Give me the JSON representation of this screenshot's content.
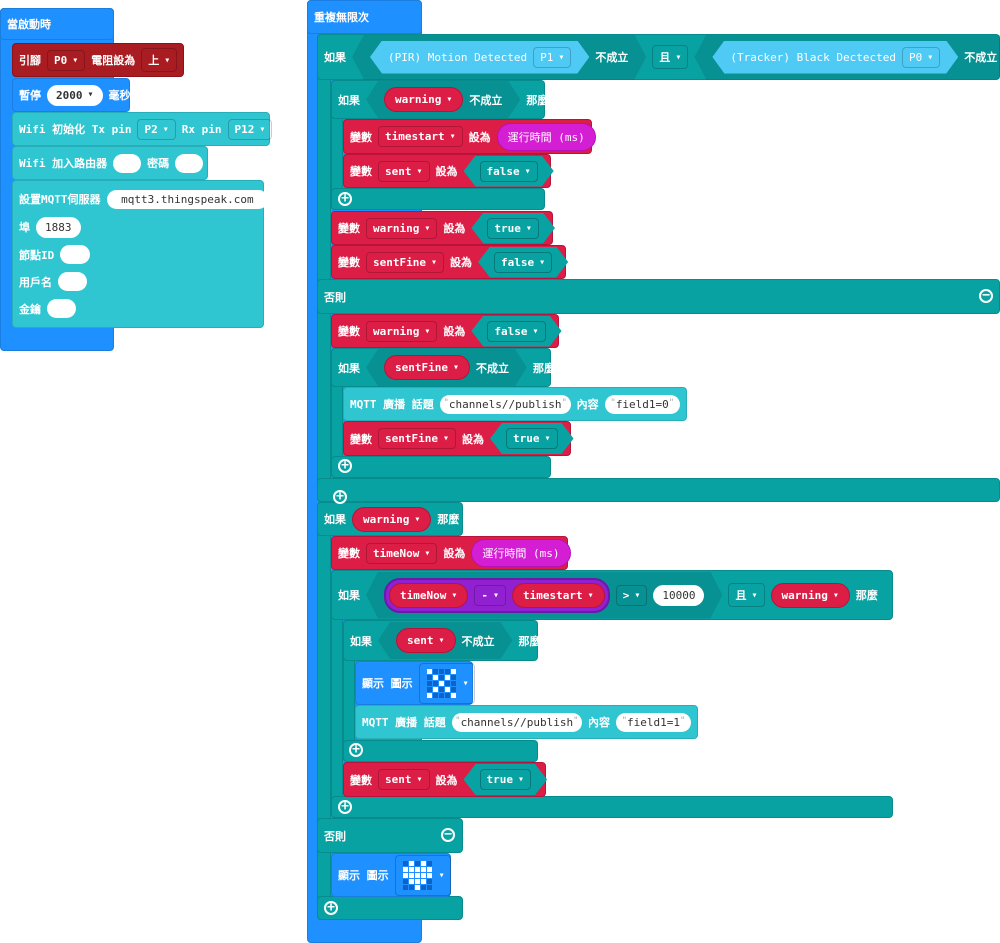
{
  "blocks": {
    "on_start": [
      {
        "t": "l",
        "v": "當啟動時"
      }
    ],
    "pin_pull": [
      {
        "t": "l",
        "v": "引腳"
      },
      {
        "t": "dd",
        "v": "P0"
      },
      {
        "t": "l",
        "v": "電阻設為"
      },
      {
        "t": "dd",
        "v": "上"
      }
    ],
    "pause": [
      {
        "t": "l",
        "v": "暫停"
      },
      {
        "t": "numdd",
        "v": "2000"
      },
      {
        "t": "l",
        "v": "毫秒"
      }
    ],
    "wifi_init": [
      {
        "t": "l",
        "v": "Wifi 初始化 Tx pin"
      },
      {
        "t": "dd",
        "v": "P2"
      },
      {
        "t": "l",
        "v": "Rx pin"
      },
      {
        "t": "dd",
        "v": "P12"
      }
    ],
    "wifi_join": [
      {
        "t": "l",
        "v": "Wifi 加入路由器"
      },
      {
        "t": "s",
        "v": ""
      },
      {
        "t": "l",
        "v": "密碼"
      },
      {
        "t": "s",
        "v": ""
      }
    ],
    "mqtt_setup": [
      {
        "t": "l",
        "v": "設置MQTT伺服器"
      },
      {
        "t": "s",
        "v": "mqtt3.thingspeak.com"
      },
      {
        "t": "br"
      },
      {
        "t": "l",
        "v": "埠"
      },
      {
        "t": "n",
        "v": "1883"
      },
      {
        "t": "br"
      },
      {
        "t": "l",
        "v": "節點ID"
      },
      {
        "t": "s",
        "v": ""
      },
      {
        "t": "br"
      },
      {
        "t": "l",
        "v": "用戶名"
      },
      {
        "t": "s",
        "v": ""
      },
      {
        "t": "br"
      },
      {
        "t": "l",
        "v": "金鑰"
      },
      {
        "t": "s",
        "v": ""
      }
    ],
    "forever": [
      {
        "t": "l",
        "v": "重複無限次"
      }
    ],
    "if1": [
      {
        "t": "l",
        "v": "如果"
      },
      {
        "t": "hex",
        "c": [
          {
            "t": "hexp",
            "c": [
              {
                "t": "l",
                "v": "(PIR) Motion Detected"
              },
              {
                "t": "dd",
                "v": "P1"
              }
            ]
          },
          {
            "t": "l",
            "v": "不成立"
          }
        ]
      },
      {
        "t": "dd",
        "v": "且"
      },
      {
        "t": "hex",
        "c": [
          {
            "t": "hexp",
            "c": [
              {
                "t": "l",
                "v": "(Tracker) Black Dectected"
              },
              {
                "t": "dd",
                "v": "P0"
              }
            ]
          },
          {
            "t": "l",
            "v": "不成立"
          }
        ]
      },
      {
        "t": "l",
        "v": "那麼"
      }
    ],
    "if1_else": [
      {
        "t": "l",
        "v": "否則"
      }
    ],
    "ifA": [
      {
        "t": "l",
        "v": "如果"
      },
      {
        "t": "hex",
        "c": [
          {
            "t": "rep",
            "v": "warning"
          },
          {
            "t": "l",
            "v": "不成立"
          }
        ]
      },
      {
        "t": "l",
        "v": "那麼"
      }
    ],
    "set_timestart": [
      {
        "t": "l",
        "v": "變數"
      },
      {
        "t": "dd",
        "v": "timestart"
      },
      {
        "t": "l",
        "v": "設為"
      },
      {
        "t": "mag",
        "v": "運行時間 (ms)"
      }
    ],
    "set_sent_false": [
      {
        "t": "l",
        "v": "變數"
      },
      {
        "t": "dd",
        "v": "sent"
      },
      {
        "t": "l",
        "v": "設為"
      },
      {
        "t": "bool",
        "v": "false"
      }
    ],
    "set_warning_true": [
      {
        "t": "l",
        "v": "變數"
      },
      {
        "t": "dd",
        "v": "warning"
      },
      {
        "t": "l",
        "v": "設為"
      },
      {
        "t": "bool",
        "v": "true"
      }
    ],
    "set_sentfine_false": [
      {
        "t": "l",
        "v": "變數"
      },
      {
        "t": "dd",
        "v": "sentFine"
      },
      {
        "t": "l",
        "v": "設為"
      },
      {
        "t": "bool",
        "v": "false"
      }
    ],
    "set_warning_false": [
      {
        "t": "l",
        "v": "變數"
      },
      {
        "t": "dd",
        "v": "warning"
      },
      {
        "t": "l",
        "v": "設為"
      },
      {
        "t": "bool",
        "v": "false"
      }
    ],
    "ifB": [
      {
        "t": "l",
        "v": "如果"
      },
      {
        "t": "hex",
        "c": [
          {
            "t": "rep",
            "v": "sentFine"
          },
          {
            "t": "l",
            "v": "不成立"
          }
        ]
      },
      {
        "t": "l",
        "v": "那麼"
      }
    ],
    "mqtt_pub0": [
      {
        "t": "l",
        "v": "MQTT 廣播 話題"
      },
      {
        "t": "sq",
        "v": "channels//publish"
      },
      {
        "t": "l",
        "v": "內容"
      },
      {
        "t": "sq",
        "v": "field1=0"
      }
    ],
    "set_sentfine_true": [
      {
        "t": "l",
        "v": "變數"
      },
      {
        "t": "dd",
        "v": "sentFine"
      },
      {
        "t": "l",
        "v": "設為"
      },
      {
        "t": "bool",
        "v": "true"
      }
    ],
    "if2": [
      {
        "t": "l",
        "v": "如果"
      },
      {
        "t": "rep",
        "v": "warning"
      },
      {
        "t": "l",
        "v": "那麼"
      }
    ],
    "set_timenow": [
      {
        "t": "l",
        "v": "變數"
      },
      {
        "t": "dd",
        "v": "timeNow"
      },
      {
        "t": "l",
        "v": "設為"
      },
      {
        "t": "mag",
        "v": "運行時間 (ms)"
      }
    ],
    "ifC": [
      {
        "t": "l",
        "v": "如果"
      },
      {
        "t": "hex",
        "c": [
          {
            "t": "math",
            "c": [
              {
                "t": "rep",
                "v": "timeNow"
              },
              {
                "t": "dd",
                "v": "-"
              },
              {
                "t": "rep",
                "v": "timestart"
              }
            ]
          },
          {
            "t": "dd",
            "v": ">"
          },
          {
            "t": "n",
            "v": "10000"
          }
        ]
      },
      {
        "t": "dd",
        "v": "且"
      },
      {
        "t": "rep",
        "v": "warning"
      },
      {
        "t": "l",
        "v": "那麼"
      }
    ],
    "ifD": [
      {
        "t": "l",
        "v": "如果"
      },
      {
        "t": "hex",
        "c": [
          {
            "t": "rep",
            "v": "sent"
          },
          {
            "t": "l",
            "v": "不成立"
          }
        ]
      },
      {
        "t": "l",
        "v": "那麼"
      }
    ],
    "show_icon_x": [
      {
        "t": "l",
        "v": "顯示 圖示"
      },
      {
        "t": "icon",
        "v": "x-icon",
        "grid": [
          1,
          0,
          0,
          0,
          1,
          0,
          1,
          0,
          1,
          0,
          0,
          0,
          1,
          0,
          0,
          0,
          1,
          0,
          1,
          0,
          1,
          0,
          0,
          0,
          1
        ]
      }
    ],
    "mqtt_pub1": [
      {
        "t": "l",
        "v": "MQTT 廣播 話題"
      },
      {
        "t": "sq",
        "v": "channels//publish"
      },
      {
        "t": "l",
        "v": "內容"
      },
      {
        "t": "sq",
        "v": "field1=1"
      }
    ],
    "set_sent_true": [
      {
        "t": "l",
        "v": "變數"
      },
      {
        "t": "dd",
        "v": "sent"
      },
      {
        "t": "l",
        "v": "設為"
      },
      {
        "t": "bool",
        "v": "true"
      }
    ],
    "if2_else": [
      {
        "t": "l",
        "v": "否則"
      }
    ],
    "show_icon_heart": [
      {
        "t": "l",
        "v": "顯示 圖示"
      },
      {
        "t": "icon",
        "v": "heart-icon",
        "grid": [
          0,
          1,
          0,
          1,
          0,
          1,
          1,
          1,
          1,
          1,
          1,
          1,
          1,
          1,
          1,
          0,
          1,
          1,
          1,
          0,
          0,
          0,
          1,
          0,
          0
        ]
      }
    ]
  },
  "colors": {
    "basic": "#1e90ff",
    "logic": "#09a2a3",
    "variables": "#dc1d45",
    "pins": "#a81c22",
    "iot": "#2fc6d2",
    "math": "#9020d0",
    "input": "#d41ed4"
  }
}
